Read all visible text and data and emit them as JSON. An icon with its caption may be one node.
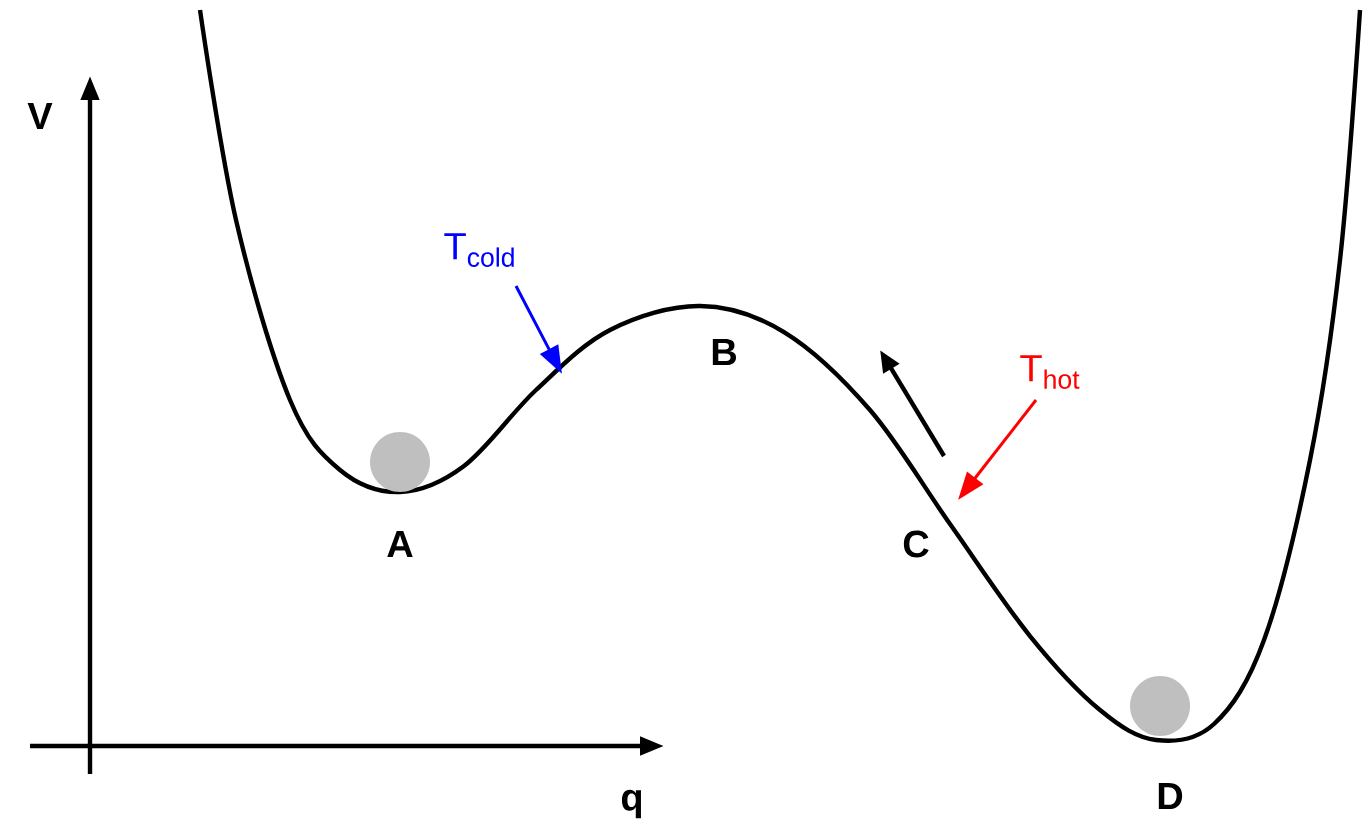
{
  "diagram": {
    "nodes": [
      {
        "text": [
          "T$_{cold}$"
        ]
      },
      {
        "text": [
          "T$_{hot}$"
        ]
      }
    ],
    "edges": [
      {
        "from": 0,
        "to": null,
        "arrow": "to",
        "color": "#0000ff"
      },
      {
        "from": 1,
        "to": null,
        "arrow": "to",
        "color": "#ff0000"
      }
    ],
    "labels": [
      "V",
      "q",
      "A",
      "B",
      "C",
      "D"
    ]
  }
}
